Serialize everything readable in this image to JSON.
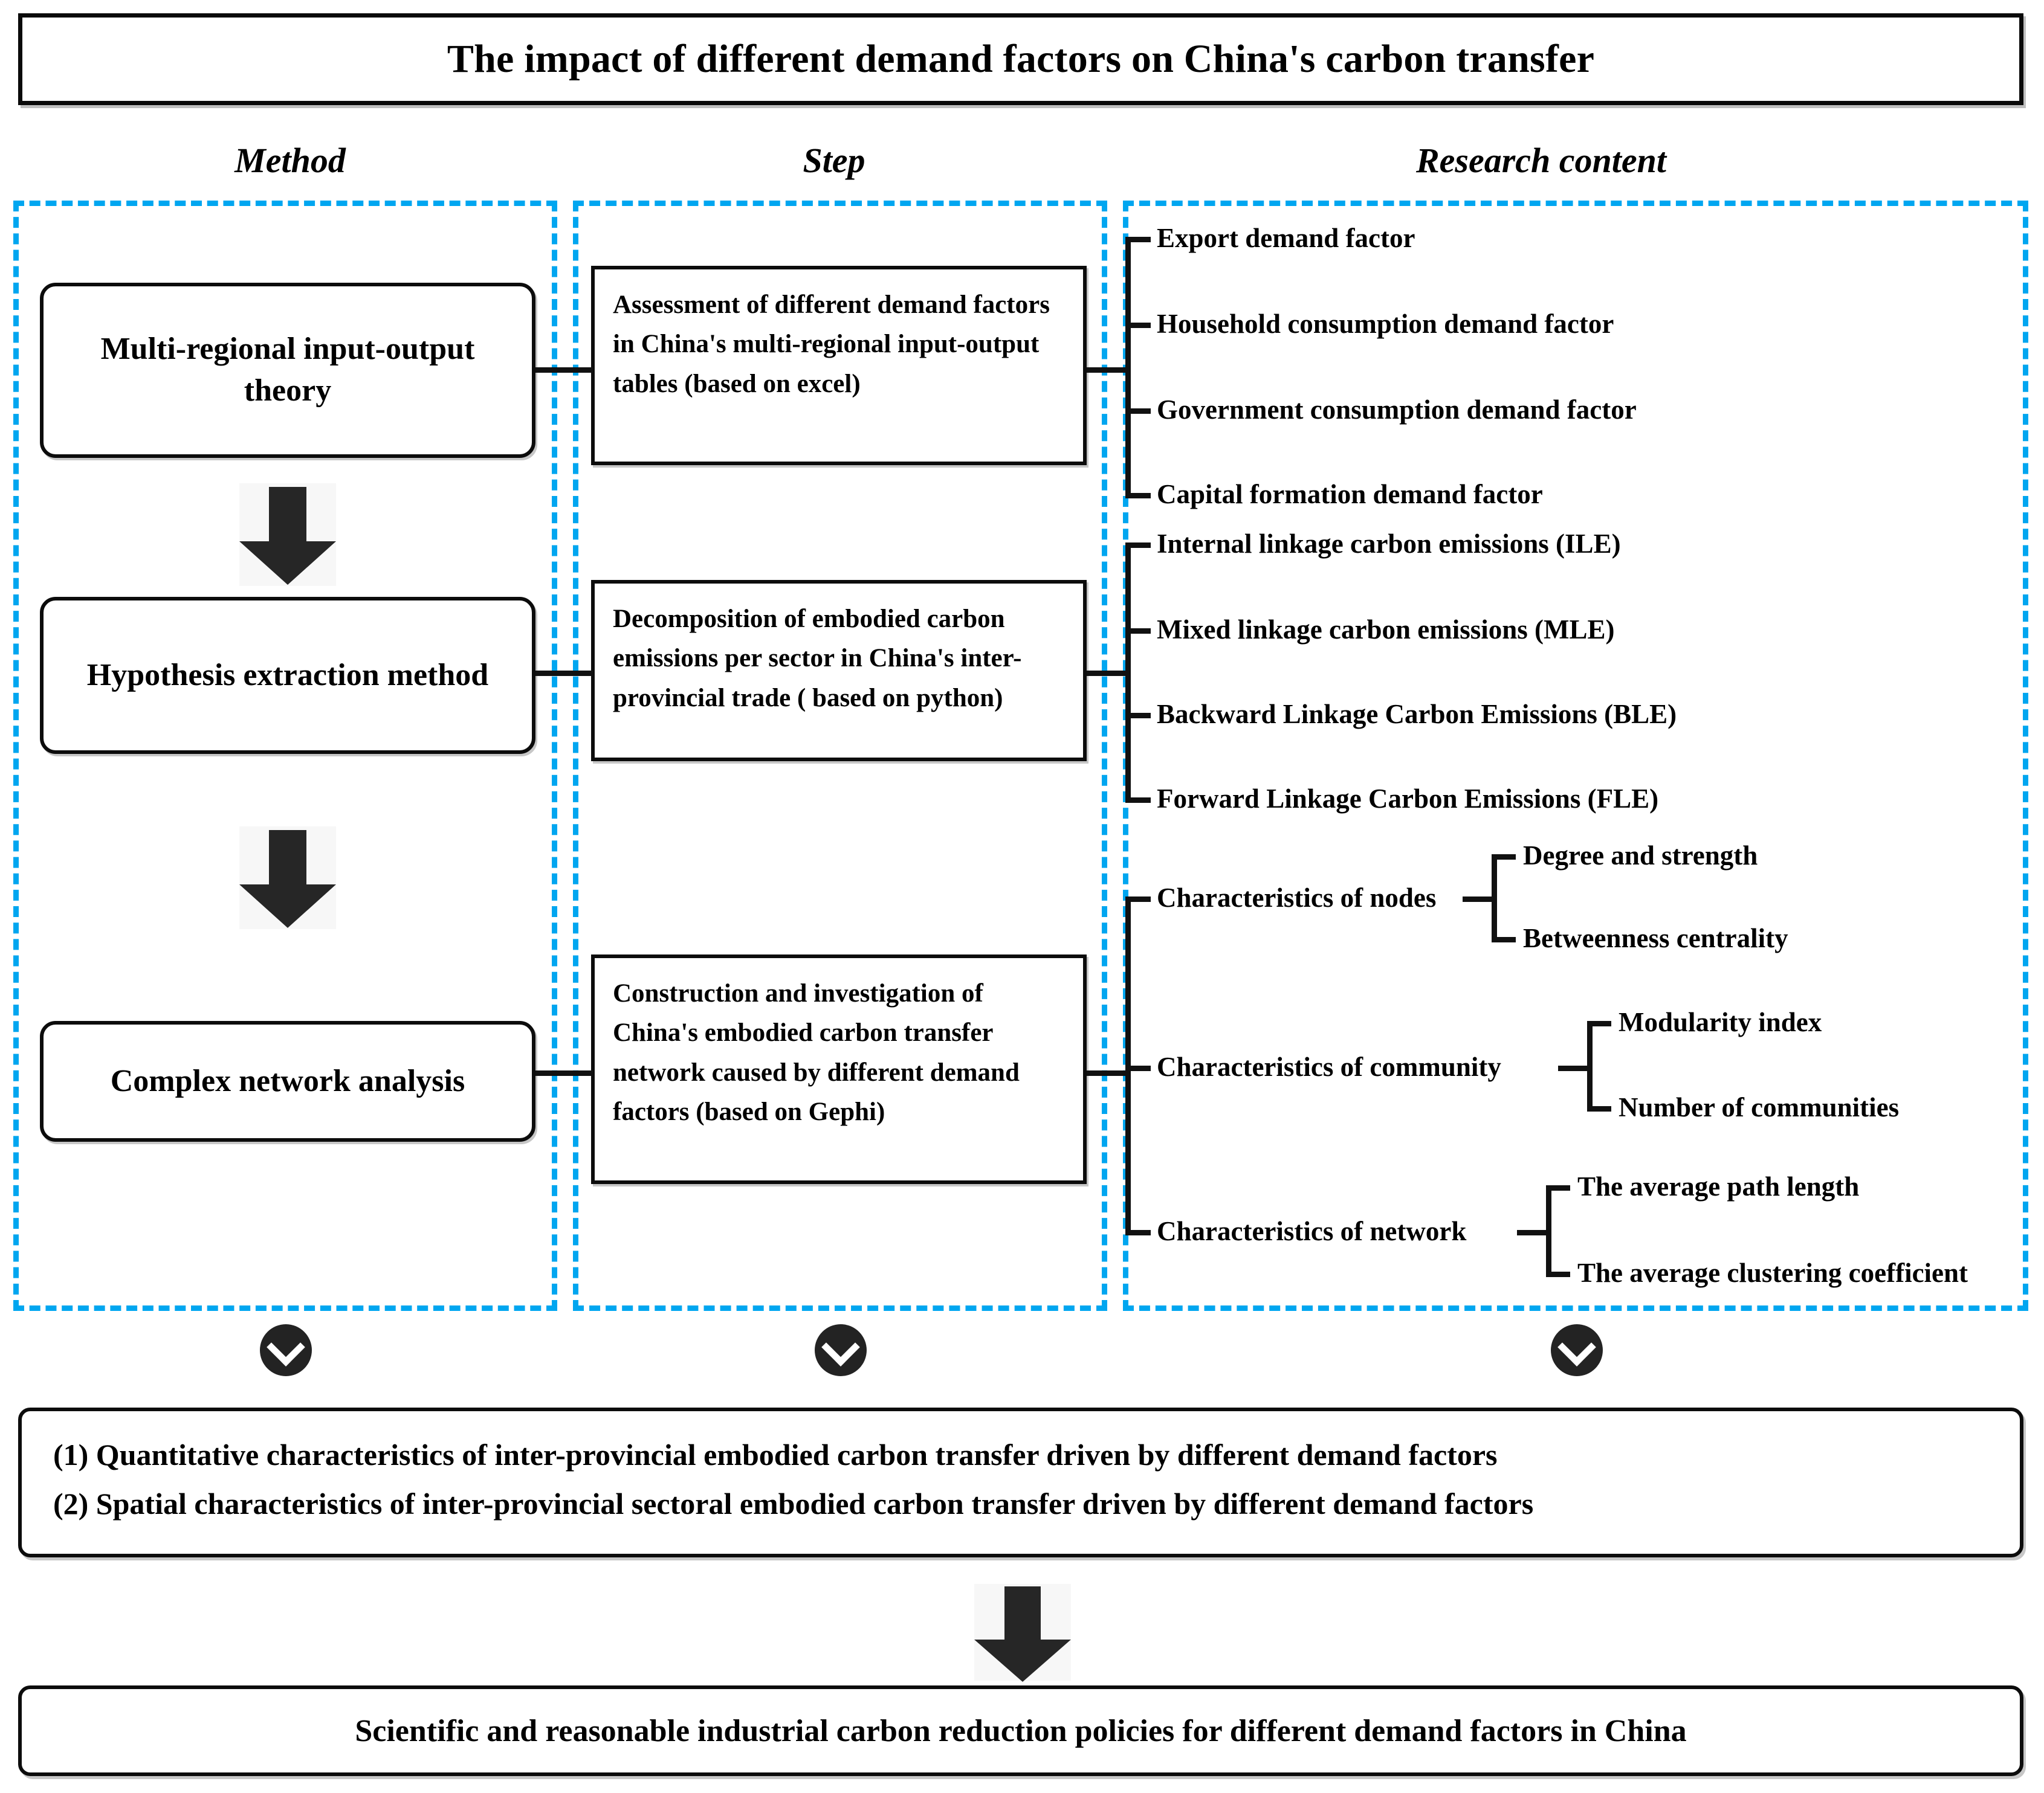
{
  "title": "The impact of different demand factors on China's carbon transfer",
  "column_headers": {
    "method": "Method",
    "step": "Step",
    "research_content": "Research content"
  },
  "methods": [
    "Multi-regional input-output theory",
    "Hypothesis extraction method",
    "Complex network analysis"
  ],
  "steps": [
    "Assessment of different demand factors in China's multi-regional input-output tables (based on excel)",
    "Decomposition of  embodied carbon emissions per sector in China's inter-provincial trade ( based on python)",
    "Construction and investigation of China's embodied carbon transfer network caused by different demand factors (based on Gephi)"
  ],
  "research_groups": [
    {
      "items": [
        {
          "label": "Export demand factor",
          "children": []
        },
        {
          "label": "Household consumption demand factor",
          "children": []
        },
        {
          "label": "Government consumption demand factor",
          "children": []
        },
        {
          "label": "Capital formation demand factor",
          "children": []
        }
      ]
    },
    {
      "items": [
        {
          "label": "Internal linkage carbon emissions (ILE)",
          "children": []
        },
        {
          "label": "Mixed linkage carbon emissions (MLE)",
          "children": []
        },
        {
          "label": "Backward Linkage Carbon Emissions (BLE)",
          "children": []
        },
        {
          "label": "Forward Linkage Carbon Emissions (FLE)",
          "children": []
        }
      ]
    },
    {
      "items": [
        {
          "label": "Characteristics of nodes",
          "children": [
            "Degree and strength",
            "Betweenness centrality"
          ]
        },
        {
          "label": "Characteristics of community",
          "children": [
            "Modularity index",
            "Number of communities"
          ]
        },
        {
          "label": "Characteristics of network",
          "children": [
            "The average path length",
            "The average clustering coefficient"
          ]
        }
      ]
    }
  ],
  "results": {
    "line1": "(1) Quantitative characteristics of inter-provincial embodied carbon transfer driven by different demand factors",
    "line2": "(2) Spatial characteristics of inter-provincial sectoral embodied carbon transfer driven by different demand factors"
  },
  "conclusion": "Scientific and reasonable industrial carbon reduction policies for different demand factors in China",
  "colors": {
    "panel_dashed": "#00A6F0",
    "line": "#111111",
    "arrow": "#262626",
    "badge": "#232323"
  }
}
